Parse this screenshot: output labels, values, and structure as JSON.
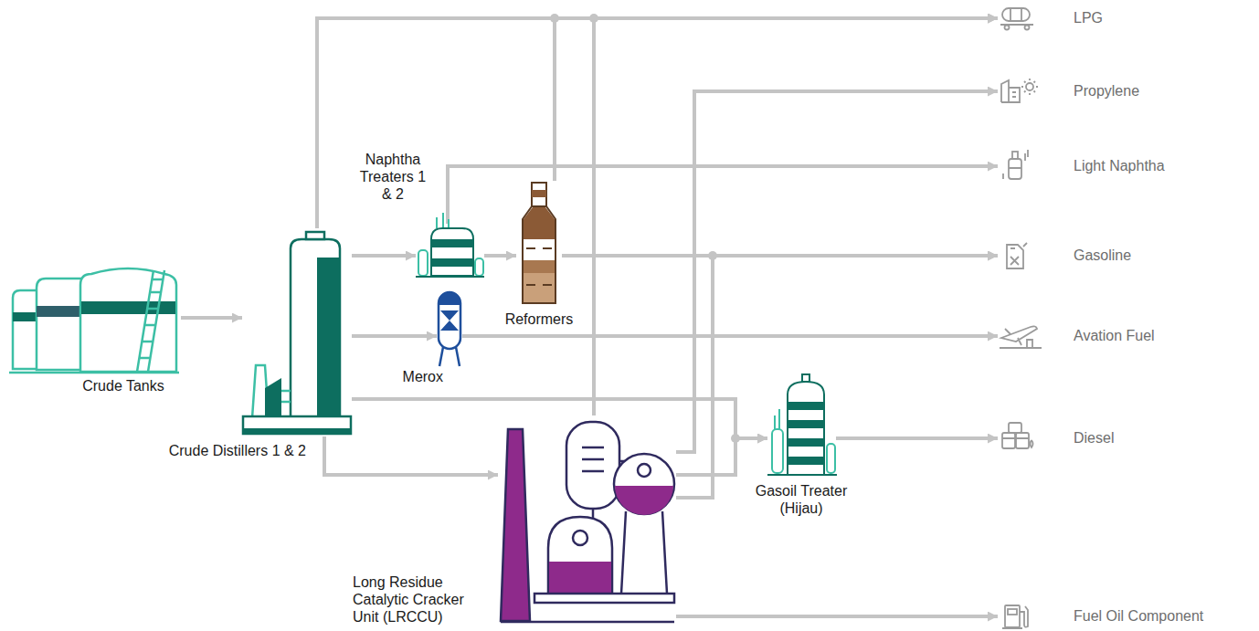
{
  "diagram": {
    "nodes": [
      {
        "text": [
          "Crude Tanks"
        ]
      },
      {
        "text": [
          "Crude Distillers 1 & 2"
        ]
      },
      {
        "text": [
          "Naphtha Treaters 1 & 2"
        ]
      },
      {
        "text": [
          "Reformers"
        ]
      },
      {
        "text": [
          "Merox"
        ]
      },
      {
        "text": [
          "Long Residue Catalytic Cracker Unit (LRCCU)"
        ]
      },
      {
        "text": [
          "Gasoil Treater (Hijau)"
        ]
      },
      {
        "text": [
          "LPG"
        ]
      },
      {
        "text": [
          "Propylene"
        ]
      },
      {
        "text": [
          "Light Naphtha"
        ]
      },
      {
        "text": [
          "Gasoline"
        ]
      },
      {
        "text": [
          "Avation Fuel"
        ]
      },
      {
        "text": [
          "Diesel"
        ]
      },
      {
        "text": [
          "Fuel Oil Component"
        ]
      }
    ],
    "edges": [
      {
        "from": 0,
        "to": 1,
        "arrow": "to"
      },
      {
        "from": 1,
        "to": 7,
        "arrow": "to"
      },
      {
        "from": 1,
        "to": 2,
        "arrow": "to"
      },
      {
        "from": 1,
        "to": 4,
        "arrow": "to"
      },
      {
        "from": 1,
        "to": 6,
        "arrow": "to"
      },
      {
        "from": 1,
        "to": 5,
        "arrow": "to"
      },
      {
        "from": 2,
        "to": 9,
        "arrow": "to"
      },
      {
        "from": 2,
        "to": 3,
        "arrow": "to"
      },
      {
        "from": 3,
        "to": 7,
        "arrow": "to"
      },
      {
        "from": 3,
        "to": 10,
        "arrow": "to"
      },
      {
        "from": 4,
        "to": 11,
        "arrow": "to"
      },
      {
        "from": 5,
        "to": 7,
        "arrow": "to"
      },
      {
        "from": 5,
        "to": 8,
        "arrow": "to"
      },
      {
        "from": 5,
        "to": 10,
        "arrow": "to"
      },
      {
        "from": 5,
        "to": 6,
        "arrow": "to"
      },
      {
        "from": 5,
        "to": 13,
        "arrow": "to"
      },
      {
        "from": 6,
        "to": 12,
        "arrow": "to"
      }
    ]
  }
}
